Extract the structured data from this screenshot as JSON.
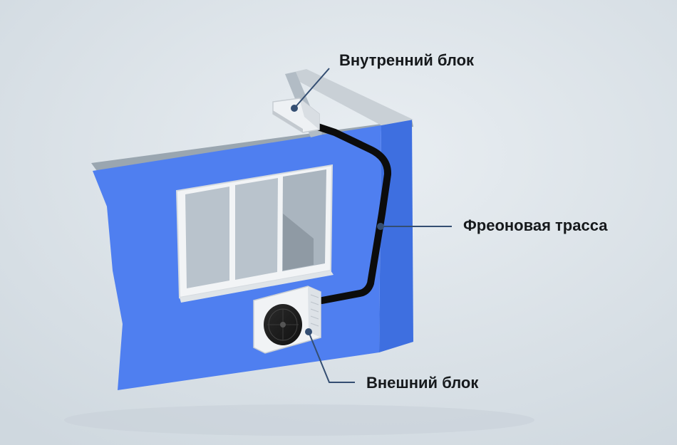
{
  "labels": {
    "indoor_unit": "Внутренний блок",
    "freon_line": "Фреоновая трасса",
    "outdoor_unit": "Внешний блок"
  },
  "colors": {
    "background": "#dce3e8",
    "wall_front": "#4f7ff0",
    "wall_side": "#3e6fe0",
    "wall_top": "#9aa6b0",
    "pipe": "#0c0c0c",
    "leader": "#344e72"
  }
}
